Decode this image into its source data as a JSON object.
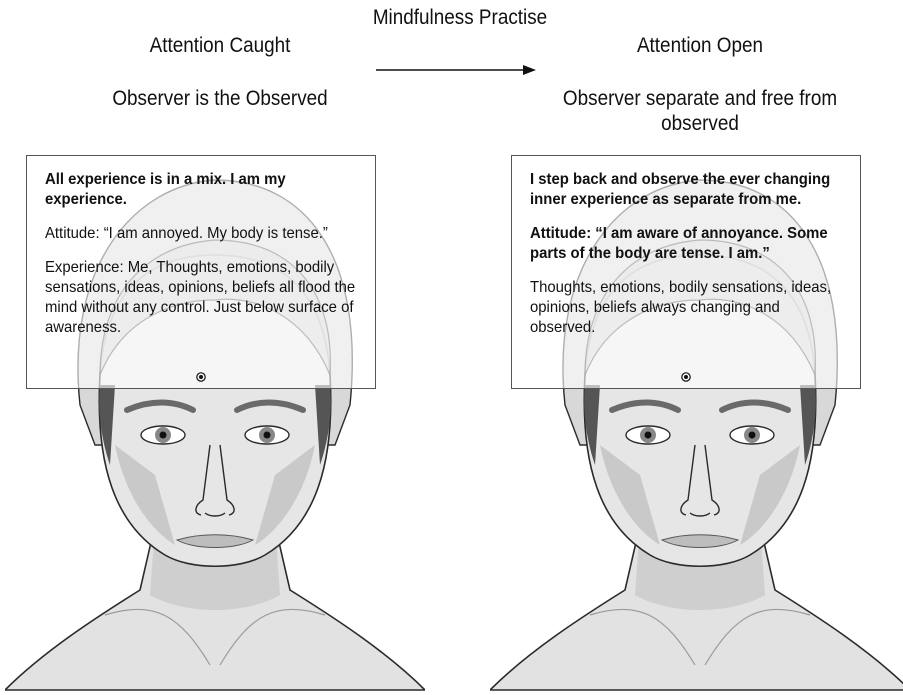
{
  "header": {
    "arrow_label": "Mindfulness Practise"
  },
  "left": {
    "title": "Attention Caught",
    "subtitle": "Observer is the Observed",
    "box": {
      "heading": "All experience is in a mix. I am my experience.",
      "attitude": "Attitude: “I am annoyed. My body is tense.”",
      "experience": "Experience: Me, Thoughts, emotions, bodily sensations, ideas, opinions, beliefs all flood the mind without any control. Just below surface of awareness."
    }
  },
  "right": {
    "title": "Attention Open",
    "subtitle": "Observer separate and free from observed",
    "box": {
      "heading": "I step back and observe the ever changing inner experience as separate from me.",
      "attitude": "Attitude: “I am aware of annoyance. Some parts of the body are tense. I am.”",
      "experience": "Thoughts, emotions, bodily sensations, ideas, opinions, beliefs always changing and observed."
    }
  },
  "colors": {
    "skin": "#e4e4e4",
    "shadow": "#b8b8b8",
    "hair": "#d6d6d6",
    "outline": "#2a2a2a",
    "box_border": "#555555"
  }
}
